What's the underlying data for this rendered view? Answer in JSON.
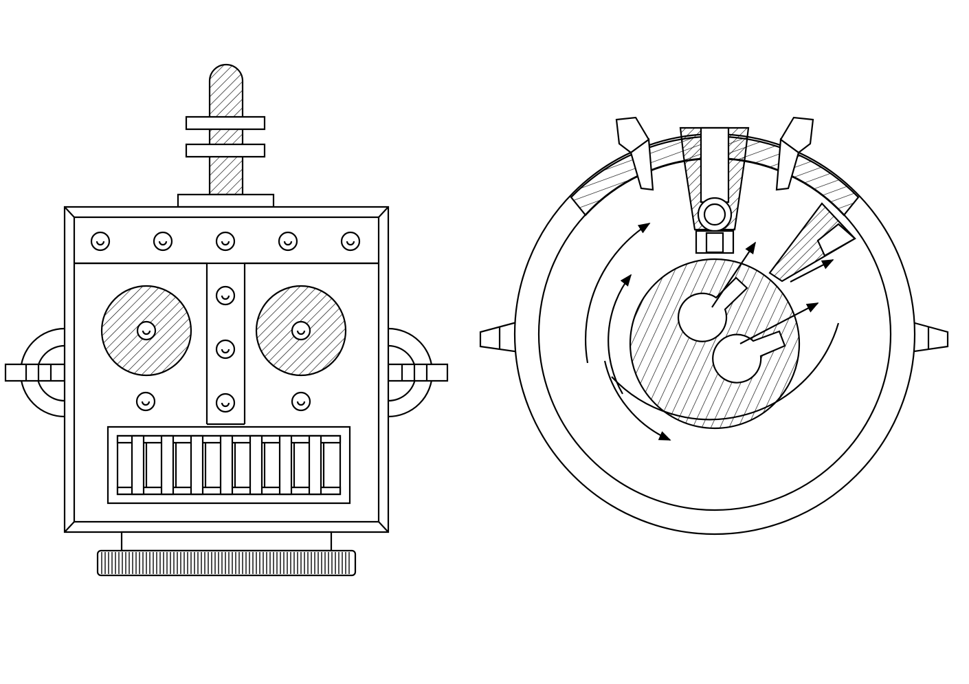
{
  "figures": [
    {
      "id": "left-figure",
      "parts": [
        "antenna",
        "collar",
        "head-plate",
        "rivets",
        "eye-left",
        "eye-right",
        "mouth-grille",
        "ear-left",
        "ear-right",
        "neck",
        "knurled-base"
      ]
    },
    {
      "id": "right-figure",
      "parts": [
        "outer-ring",
        "hatched-rim",
        "top-clamp",
        "rotor",
        "vane",
        "side-spikes",
        "flow-arrows"
      ]
    }
  ],
  "colors": {
    "stroke": "#000000",
    "fill": "#ffffff",
    "hatch": "#000000"
  }
}
